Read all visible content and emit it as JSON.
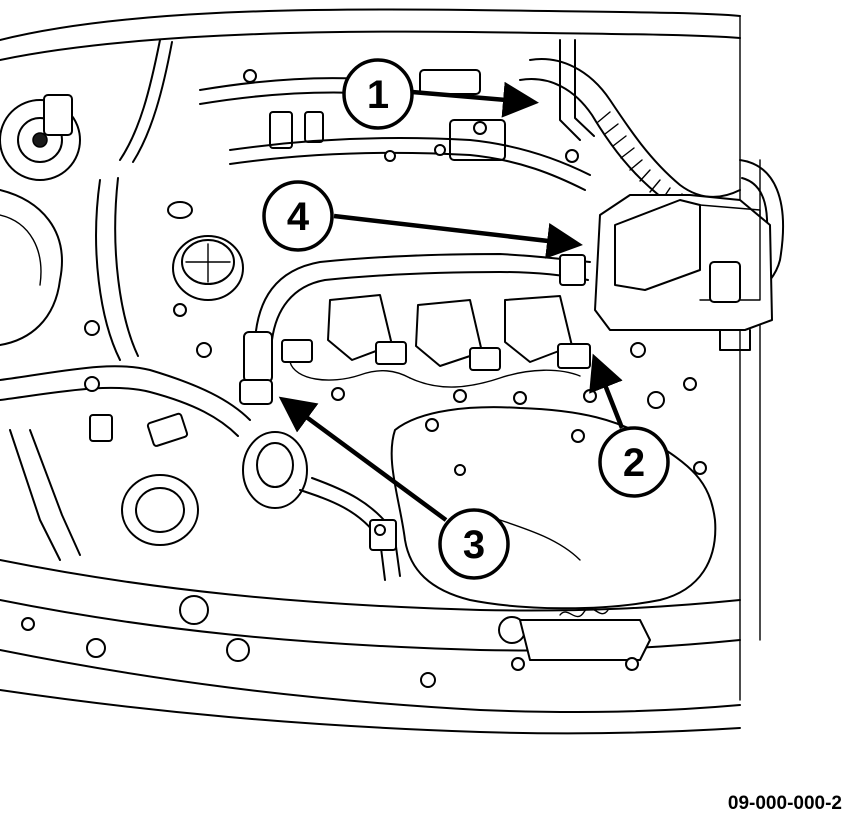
{
  "figure": {
    "code": "09-000-000-2"
  },
  "callouts": [
    {
      "id": "callout-1",
      "label": "1"
    },
    {
      "id": "callout-2",
      "label": "2"
    },
    {
      "id": "callout-3",
      "label": "3"
    },
    {
      "id": "callout-4",
      "label": "4"
    }
  ],
  "colors": {
    "line": "#000000",
    "background": "#ffffff"
  }
}
